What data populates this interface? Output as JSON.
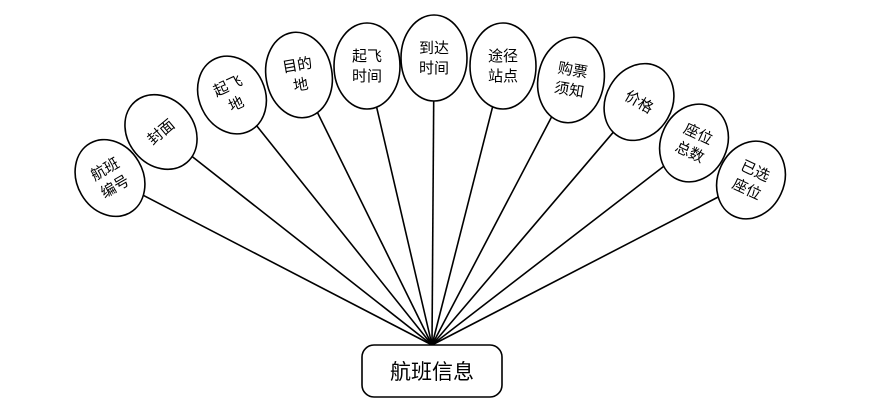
{
  "entity": {
    "label": "航班信息"
  },
  "attributes": [
    {
      "id": "flight-number",
      "lines": [
        "航班",
        "编号"
      ]
    },
    {
      "id": "cover",
      "lines": [
        "封面"
      ]
    },
    {
      "id": "departure-place",
      "lines": [
        "起飞",
        "地"
      ]
    },
    {
      "id": "destination",
      "lines": [
        "目的",
        "地"
      ]
    },
    {
      "id": "departure-time",
      "lines": [
        "起飞",
        "时间"
      ]
    },
    {
      "id": "arrival-time",
      "lines": [
        "到达",
        "时间"
      ]
    },
    {
      "id": "via-stations",
      "lines": [
        "途径",
        "站点"
      ]
    },
    {
      "id": "ticket-notice",
      "lines": [
        "购票",
        "须知"
      ]
    },
    {
      "id": "price",
      "lines": [
        "价格"
      ]
    },
    {
      "id": "total-seats",
      "lines": [
        "座位",
        "总数"
      ]
    },
    {
      "id": "selected-seats",
      "lines": [
        "已选",
        "座位"
      ]
    }
  ]
}
